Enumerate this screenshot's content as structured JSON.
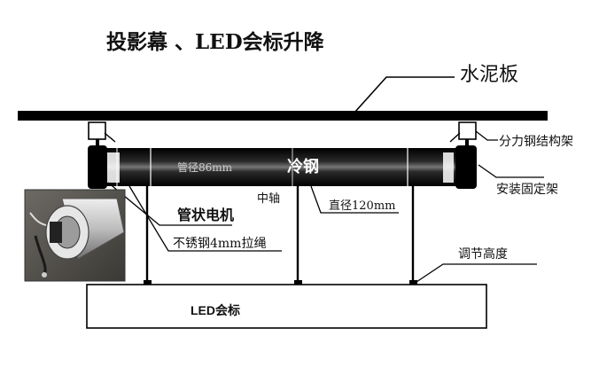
{
  "title": "投影幕 、LED会标升降",
  "labels": {
    "slab": "水泥板",
    "steel_frame": "分力钢结构架",
    "fixed_frame": "安装固定架",
    "tube_dia": "管径86mm",
    "cold_steel": "冷钢",
    "middle_axis": "中轴",
    "dia_120": "直径120mm",
    "tube_motor": "管状电机",
    "rope": "不锈钢4mm拉绳",
    "adjust_height": "调节高度",
    "led_board": "LED会标"
  },
  "colors": {
    "ink": "#111111",
    "tube": "#151515",
    "tube_highlight": "#8a8a8a",
    "photo_bg": "#5a5650"
  },
  "icons": [
    "tubular-motor-photo"
  ]
}
